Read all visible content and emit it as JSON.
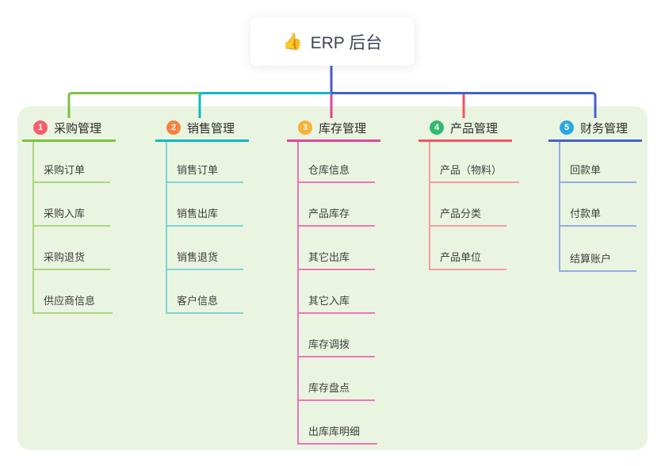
{
  "root": {
    "icon": "👍",
    "title": "ERP 后台"
  },
  "branches": [
    {
      "num": "1",
      "label": "采购管理",
      "color": "#7cc142",
      "light_color": "#abd780",
      "badge_color": "#f75c6d",
      "items": [
        "采购订单",
        "采购入库",
        "采购退货",
        "供应商信息"
      ]
    },
    {
      "num": "2",
      "label": "销售管理",
      "color": "#12b8c2",
      "light_color": "#7fd3d8",
      "badge_color": "#f5833f",
      "items": [
        "销售订单",
        "销售出库",
        "销售退货",
        "客户信息"
      ]
    },
    {
      "num": "3",
      "label": "库存管理",
      "color": "#e0459a",
      "light_color": "#ef74b8",
      "badge_color": "#f9b234",
      "items": [
        "仓库信息",
        "产品库存",
        "其它出库",
        "其它入库",
        "库存调拨",
        "库存盘点",
        "出库库明细"
      ]
    },
    {
      "num": "4",
      "label": "产品管理",
      "color": "#f5535e",
      "light_color": "#f79aa1",
      "badge_color": "#33b96d",
      "items": [
        "产品（物料）",
        "产品分类",
        "产品单位"
      ]
    },
    {
      "num": "5",
      "label": "财务管理",
      "color": "#4361cb",
      "light_color": "#96abe3",
      "badge_color": "#2aa7e0",
      "items": [
        "回款单",
        "付款单",
        "结算账户"
      ]
    }
  ],
  "colors": {
    "root_connector": "#4a57cd",
    "panel_background": "#eaf5e1",
    "root_text": "#3d4455"
  }
}
